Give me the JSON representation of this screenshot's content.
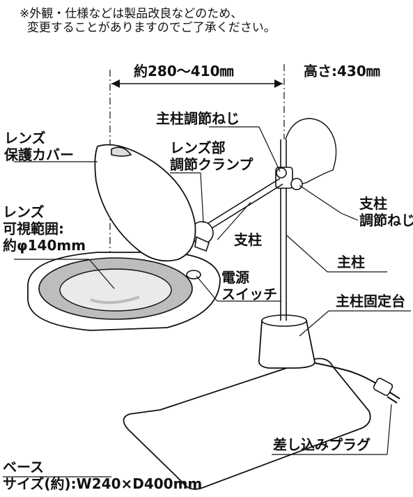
{
  "note": {
    "line1": "※外観・仕様などは製品改良などのため、",
    "line2": "変更することがありますのでご了承ください。"
  },
  "dimensions": {
    "reach": "約280〜410㎜",
    "height": "高さ:430㎜"
  },
  "labels": {
    "main_pole_screw": "主柱調節ねじ",
    "lens_cover_1": "レンズ",
    "lens_cover_2": "保護カバー",
    "lens_clamp_1": "レンズ部",
    "lens_clamp_2": "調節クランプ",
    "lens_1": "レンズ",
    "lens_2": "可視範囲:",
    "lens_3": "約φ140mm",
    "support_screw_1": "支柱",
    "support_screw_2": "調節ねじ",
    "support": "支柱",
    "main_pole": "主柱",
    "power_switch_1": "電源",
    "power_switch_2": "スイッチ",
    "pole_stand": "主柱固定台",
    "plug": "差し込みプラグ",
    "base_1": "ベース",
    "base_2": "サイズ(約):W240×D400mm"
  }
}
